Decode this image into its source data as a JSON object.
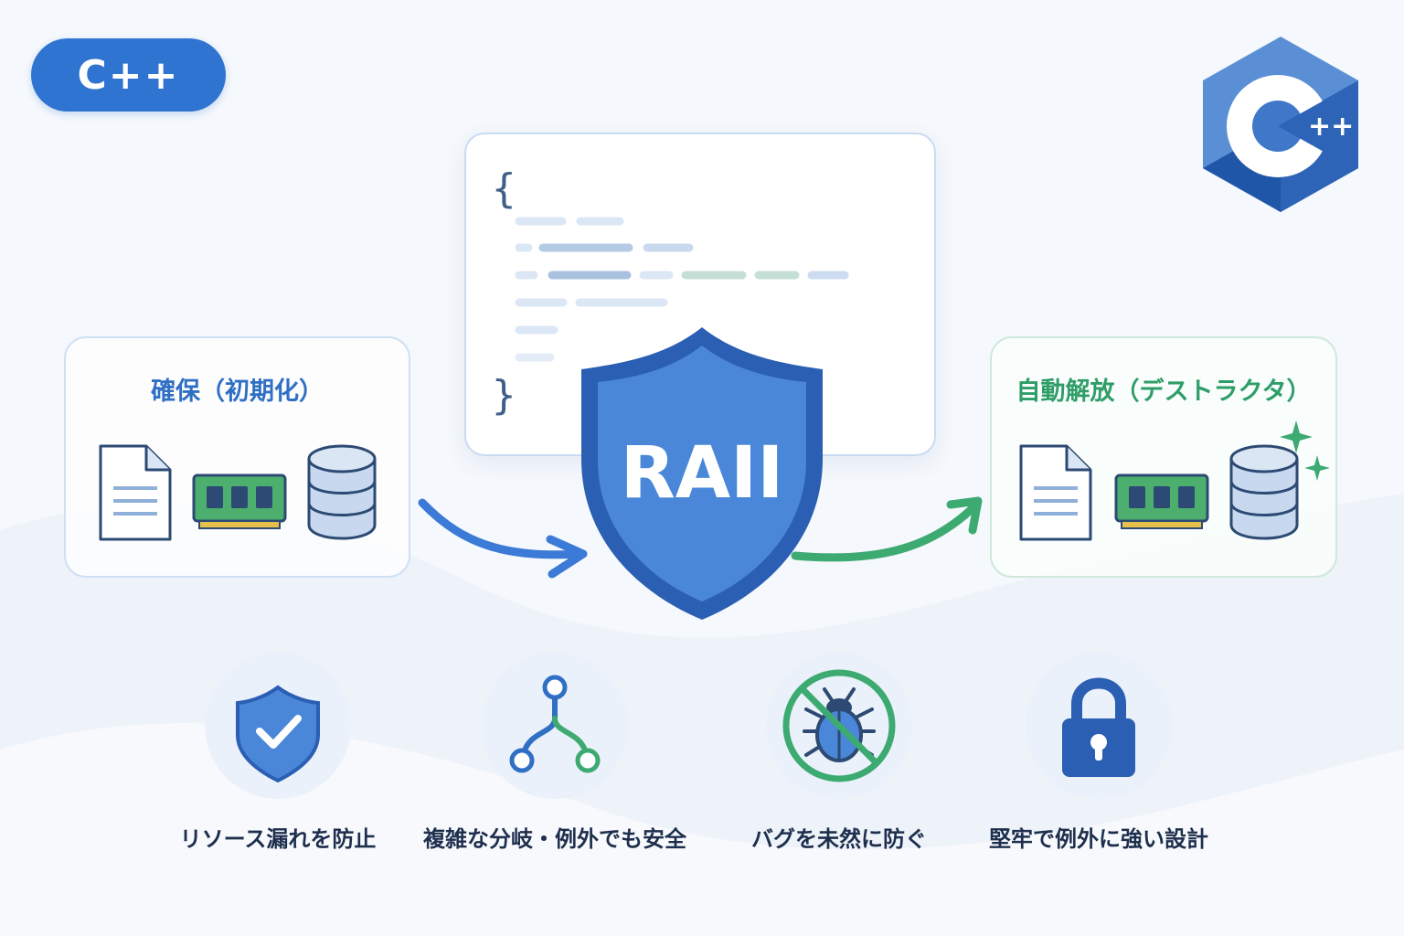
{
  "badge": {
    "label": "C++"
  },
  "logo": {
    "mark": "C++ logo",
    "suffix": "++"
  },
  "code_card": {
    "open_brace": "{",
    "close_brace": "}"
  },
  "center": {
    "label": "RAII",
    "icon": "shield-icon"
  },
  "acquire": {
    "title": "確保（初期化）",
    "icons": [
      "file-icon",
      "memory-icon",
      "database-icon"
    ]
  },
  "release": {
    "title": "自動解放（デストラクタ）",
    "icons": [
      "file-icon",
      "memory-icon",
      "database-icon",
      "sparkle-icon"
    ]
  },
  "features": [
    {
      "label": "リソース漏れを防止",
      "icon": "shield-check-icon"
    },
    {
      "label": "複雑な分岐・例外でも安全",
      "icon": "branch-icon"
    },
    {
      "label": "バグを未然に防ぐ",
      "icon": "no-bug-icon"
    },
    {
      "label": "堅牢で例外に強い設計",
      "icon": "lock-icon"
    }
  ],
  "colors": {
    "blue": "#2f74d0",
    "green": "#3daa72",
    "navy": "#1e2f4d"
  }
}
